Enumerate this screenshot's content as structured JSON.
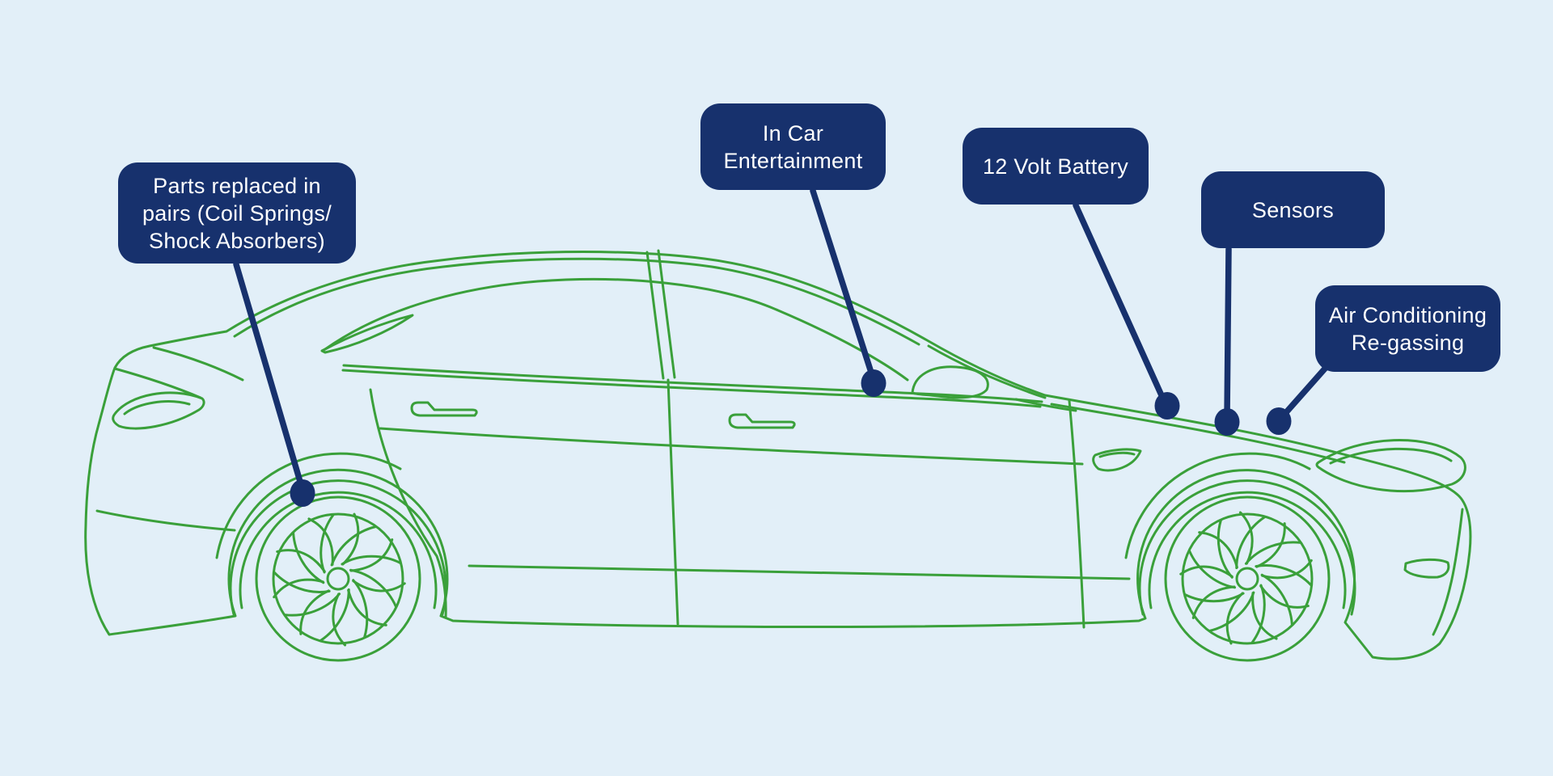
{
  "title": "Car maintenance parts diagram",
  "colors": {
    "background": "#e2eff8",
    "car_outline_green": "#3aa03a",
    "callout_navy": "#17316d",
    "callout_text": "#ffffff"
  },
  "diagram": {
    "car": "sedan-side-view-line-art",
    "labels": [
      {
        "id": "parts-replaced-in-pairs",
        "lines": [
          "Parts replaced in",
          "pairs (Coil Springs/",
          "Shock Absorbers)"
        ],
        "full_text": "Parts replaced in pairs (Coil Springs/ Shock Absorbers)",
        "points_to": "rear suspension / rear wheel"
      },
      {
        "id": "in-car-entertainment",
        "lines": [
          "In Car",
          "Entertainment"
        ],
        "full_text": "In Car Entertainment",
        "points_to": "cabin beltline"
      },
      {
        "id": "twelve-volt-battery",
        "lines": [
          "12 Volt Battery"
        ],
        "full_text": "12 Volt Battery",
        "points_to": "hood rear area"
      },
      {
        "id": "sensors",
        "lines": [
          "Sensors"
        ],
        "full_text": "Sensors",
        "points_to": "hood center area"
      },
      {
        "id": "air-conditioning-regassing",
        "lines": [
          "Air Conditioning",
          "Re-gassing"
        ],
        "full_text": "Air Conditioning Re-gassing",
        "points_to": "hood front area"
      }
    ]
  }
}
